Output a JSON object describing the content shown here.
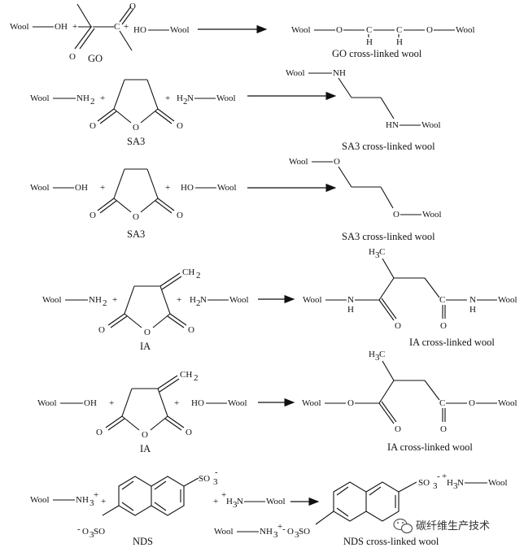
{
  "wool": "Wool",
  "oh": "OH",
  "ho": "HO",
  "nh2": "NH",
  "h2n": "H",
  "nh": "NH",
  "hn": "HN",
  "o": "O",
  "c": "C",
  "h": "H",
  "n": "N",
  "ch2": "CH",
  "h3c": "H",
  "sub2": "2",
  "sub3": "3",
  "so3": "SO",
  "plus": "+",
  "minus": "-",
  "nh3": "NH",
  "h3n": "H",
  "reactions": [
    {
      "name": "GO",
      "product": "GO cross-linked wool"
    },
    {
      "name": "SA3",
      "product": "SA3 cross-linked wool"
    },
    {
      "name": "SA3",
      "product": "SA3 cross-linked wool"
    },
    {
      "name": "IA",
      "product": "IA cross-linked wool"
    },
    {
      "name": "IA",
      "product": "IA cross-linked wool"
    },
    {
      "name": "NDS",
      "product": "NDS cross-linked wool"
    }
  ],
  "watermark": "碳纤维生产技术",
  "watermark_icon": "wechat-icon"
}
